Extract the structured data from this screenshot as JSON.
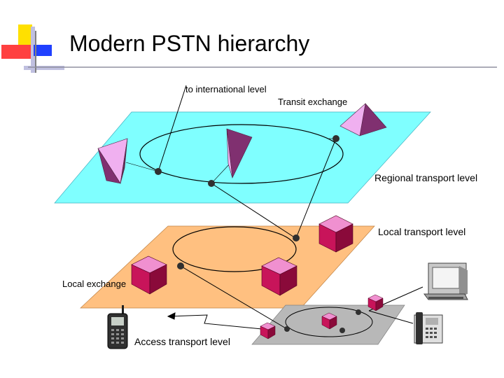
{
  "slide": {
    "title": "Modern PSTN hierarchy"
  },
  "diagram": {
    "labels": {
      "international": "to international level",
      "transit": "Transit exchange",
      "regional": "Regional transport level",
      "local_transport": "Local transport level",
      "local_exchange": "Local exchange",
      "access": "Access transport level"
    },
    "colors": {
      "regional_plane": "#7FFFFF",
      "local_plane": "#FFC080",
      "access_plane": "#B8B8B8",
      "exchange_box": "#C8145A",
      "exchange_box_top": "#F090D0",
      "transit_prism_dark": "#803070",
      "transit_prism_light": "#F0B0F0",
      "node": "#303030",
      "title_bar_yellow": "#FFE000",
      "title_bar_red": "#FF2020",
      "title_bar_blue": "#2040FF"
    },
    "icons": [
      "mobile-phone-icon",
      "computer-terminal-icon",
      "desk-telephone-icon"
    ]
  }
}
